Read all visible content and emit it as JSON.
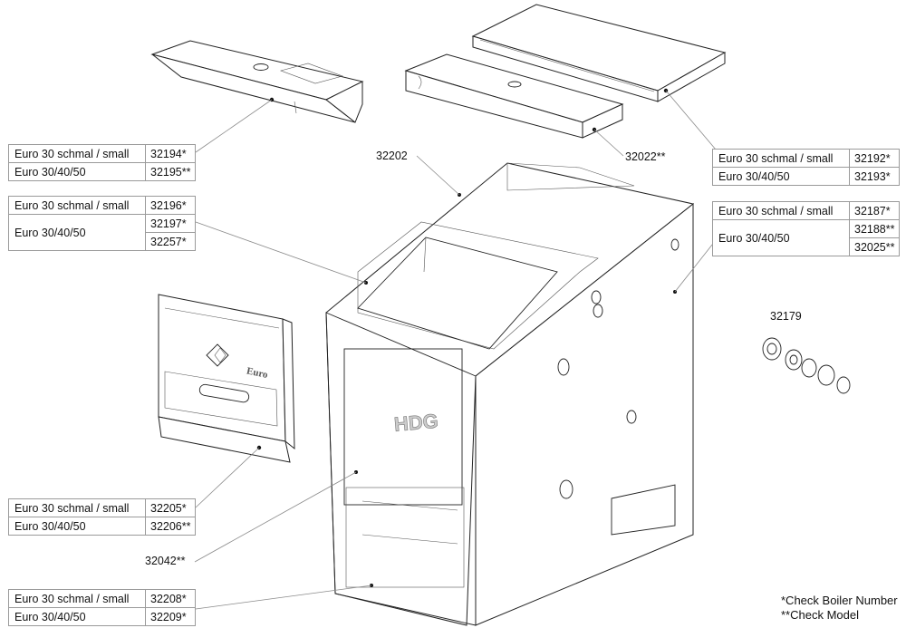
{
  "tables": {
    "t1": {
      "rows": [
        {
          "model": "Euro 30 schmal / small",
          "number": "32194*"
        },
        {
          "model": "Euro 30/40/50",
          "number": "32195**"
        }
      ]
    },
    "t2": {
      "rows": [
        {
          "model": "Euro 30 schmal / small",
          "number": "32196*"
        },
        {
          "model": "Euro 30/40/50",
          "number": "32197*"
        },
        {
          "model": "",
          "number": "32257*"
        }
      ]
    },
    "t3": {
      "rows": [
        {
          "model": "Euro 30 schmal / small",
          "number": "32192*"
        },
        {
          "model": "Euro 30/40/50",
          "number": "32193*"
        }
      ]
    },
    "t4": {
      "rows": [
        {
          "model": "Euro 30 schmal / small",
          "number": "32187*"
        },
        {
          "model": "Euro 30/40/50",
          "number": "32188**"
        },
        {
          "model": "",
          "number": "32025**"
        }
      ]
    },
    "t5": {
      "rows": [
        {
          "model": "Euro 30 schmal / small",
          "number": "32205*"
        },
        {
          "model": "Euro 30/40/50",
          "number": "32206**"
        }
      ]
    },
    "t6": {
      "rows": [
        {
          "model": "Euro 30 schmal / small",
          "number": "32208*"
        },
        {
          "model": "Euro 30/40/50",
          "number": "32209*"
        }
      ]
    }
  },
  "labels": {
    "p32202": "32202",
    "p32022": "32022**",
    "p32179": "32179",
    "p32042": "32042**"
  },
  "notes": {
    "boiler": "*Check Boiler Number",
    "model": "**Check Model"
  },
  "brand": {
    "front_logo": "HDG",
    "panel_logo": "Euro"
  }
}
